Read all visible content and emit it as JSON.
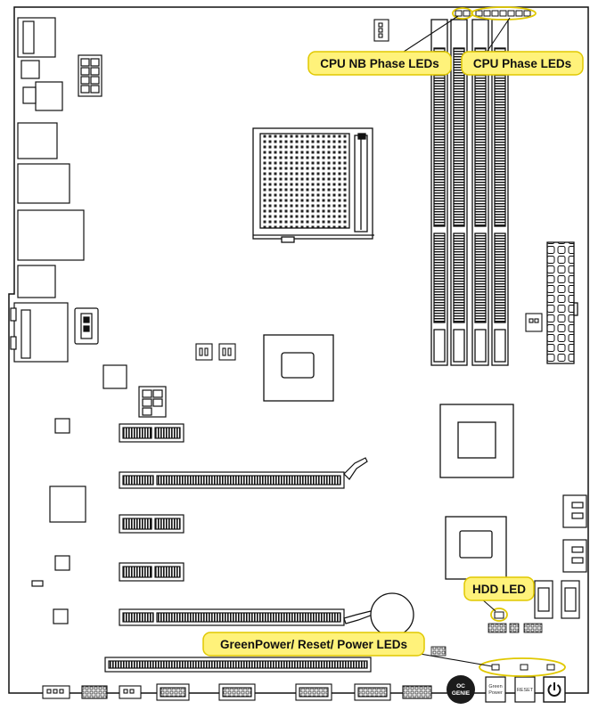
{
  "callouts": {
    "cpu_nb_phase": "CPU NB Phase LEDs",
    "cpu_phase": "CPU Phase LEDs",
    "hdd": "HDD LED",
    "green_reset_power": "GreenPower/ Reset/ Power LEDs"
  },
  "buttons": {
    "oc_line1": "OC",
    "oc_line2": "GENIE",
    "green_line1": "Green",
    "green_line2": "Power",
    "reset": "RESET"
  },
  "colors": {
    "callout_fill": "#fff27a",
    "callout_stroke": "#e0c800",
    "line": "#111111",
    "button_dark": "#1b1b1b"
  }
}
